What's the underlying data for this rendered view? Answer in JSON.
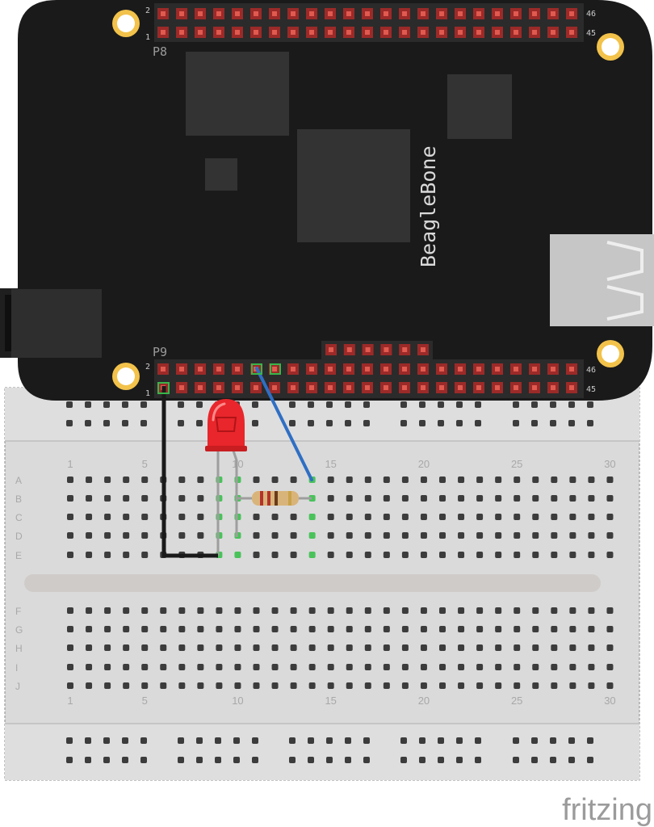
{
  "board": {
    "name": "BeagleBone",
    "header_top": {
      "name": "P8",
      "pin_row2_first": "2",
      "pin_row1_first": "1",
      "pin_row2_last": "46",
      "pin_row1_last": "45"
    },
    "header_bottom": {
      "name": "P9",
      "pin_row2_first": "2",
      "pin_row1_first": "1",
      "pin_row2_last": "46",
      "pin_row1_last": "45"
    }
  },
  "breadboard": {
    "rows_top": [
      "A",
      "B",
      "C",
      "D",
      "E"
    ],
    "rows_bottom": [
      "F",
      "G",
      "H",
      "I",
      "J"
    ],
    "columns": 30,
    "column_labels": [
      "1",
      "5",
      "10",
      "15",
      "20",
      "25",
      "30"
    ]
  },
  "components": {
    "led": {
      "color": "#e8262b"
    },
    "resistor": {
      "body_color": "#d9b47a"
    },
    "wire_ground": {
      "color": "#1a1a1a"
    },
    "wire_signal": {
      "color": "#2f6fc4"
    }
  },
  "watermark": "fritzing"
}
